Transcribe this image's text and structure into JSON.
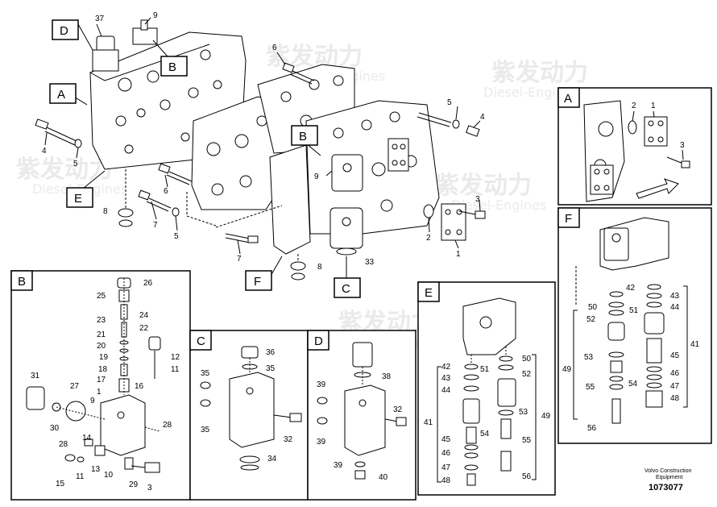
{
  "watermark": {
    "brand": "紫发动力",
    "subtitle": "Diesel-Engines"
  },
  "footer": {
    "company": "Volvo Construction",
    "equipment": "Equipment",
    "number": "1073077"
  },
  "main_view": {
    "callouts": [
      "A",
      "B",
      "B",
      "D",
      "E",
      "F",
      "C"
    ],
    "labels": [
      "37",
      "9",
      "6",
      "5",
      "4",
      "4",
      "5",
      "9",
      "3",
      "2",
      "1",
      "33",
      "8",
      "7",
      "6",
      "5",
      "7",
      "8"
    ]
  },
  "detail_A": {
    "title": "A",
    "labels": [
      "2",
      "1",
      "3"
    ]
  },
  "detail_B": {
    "title": "B",
    "labels": [
      "26",
      "25",
      "24",
      "23",
      "22",
      "21",
      "20",
      "19",
      "18",
      "17",
      "16",
      "12",
      "11",
      "31",
      "27",
      "9",
      "1",
      "30",
      "28",
      "14",
      "13",
      "10",
      "29",
      "28",
      "15",
      "11",
      "3"
    ]
  },
  "detail_C": {
    "title": "C",
    "labels": [
      "36",
      "35",
      "35",
      "35",
      "32",
      "34"
    ]
  },
  "detail_D": {
    "title": "D",
    "labels": [
      "38",
      "39",
      "32",
      "39",
      "39",
      "40"
    ]
  },
  "detail_E": {
    "title": "E",
    "labels": [
      "42",
      "43",
      "44",
      "51",
      "50",
      "52",
      "41",
      "53",
      "49",
      "45",
      "46",
      "47",
      "48",
      "54",
      "55",
      "56"
    ]
  },
  "detail_F": {
    "title": "F",
    "labels": [
      "42",
      "43",
      "50",
      "51",
      "44",
      "52",
      "41",
      "53",
      "45",
      "49",
      "46",
      "54",
      "47",
      "55",
      "48",
      "56"
    ]
  }
}
